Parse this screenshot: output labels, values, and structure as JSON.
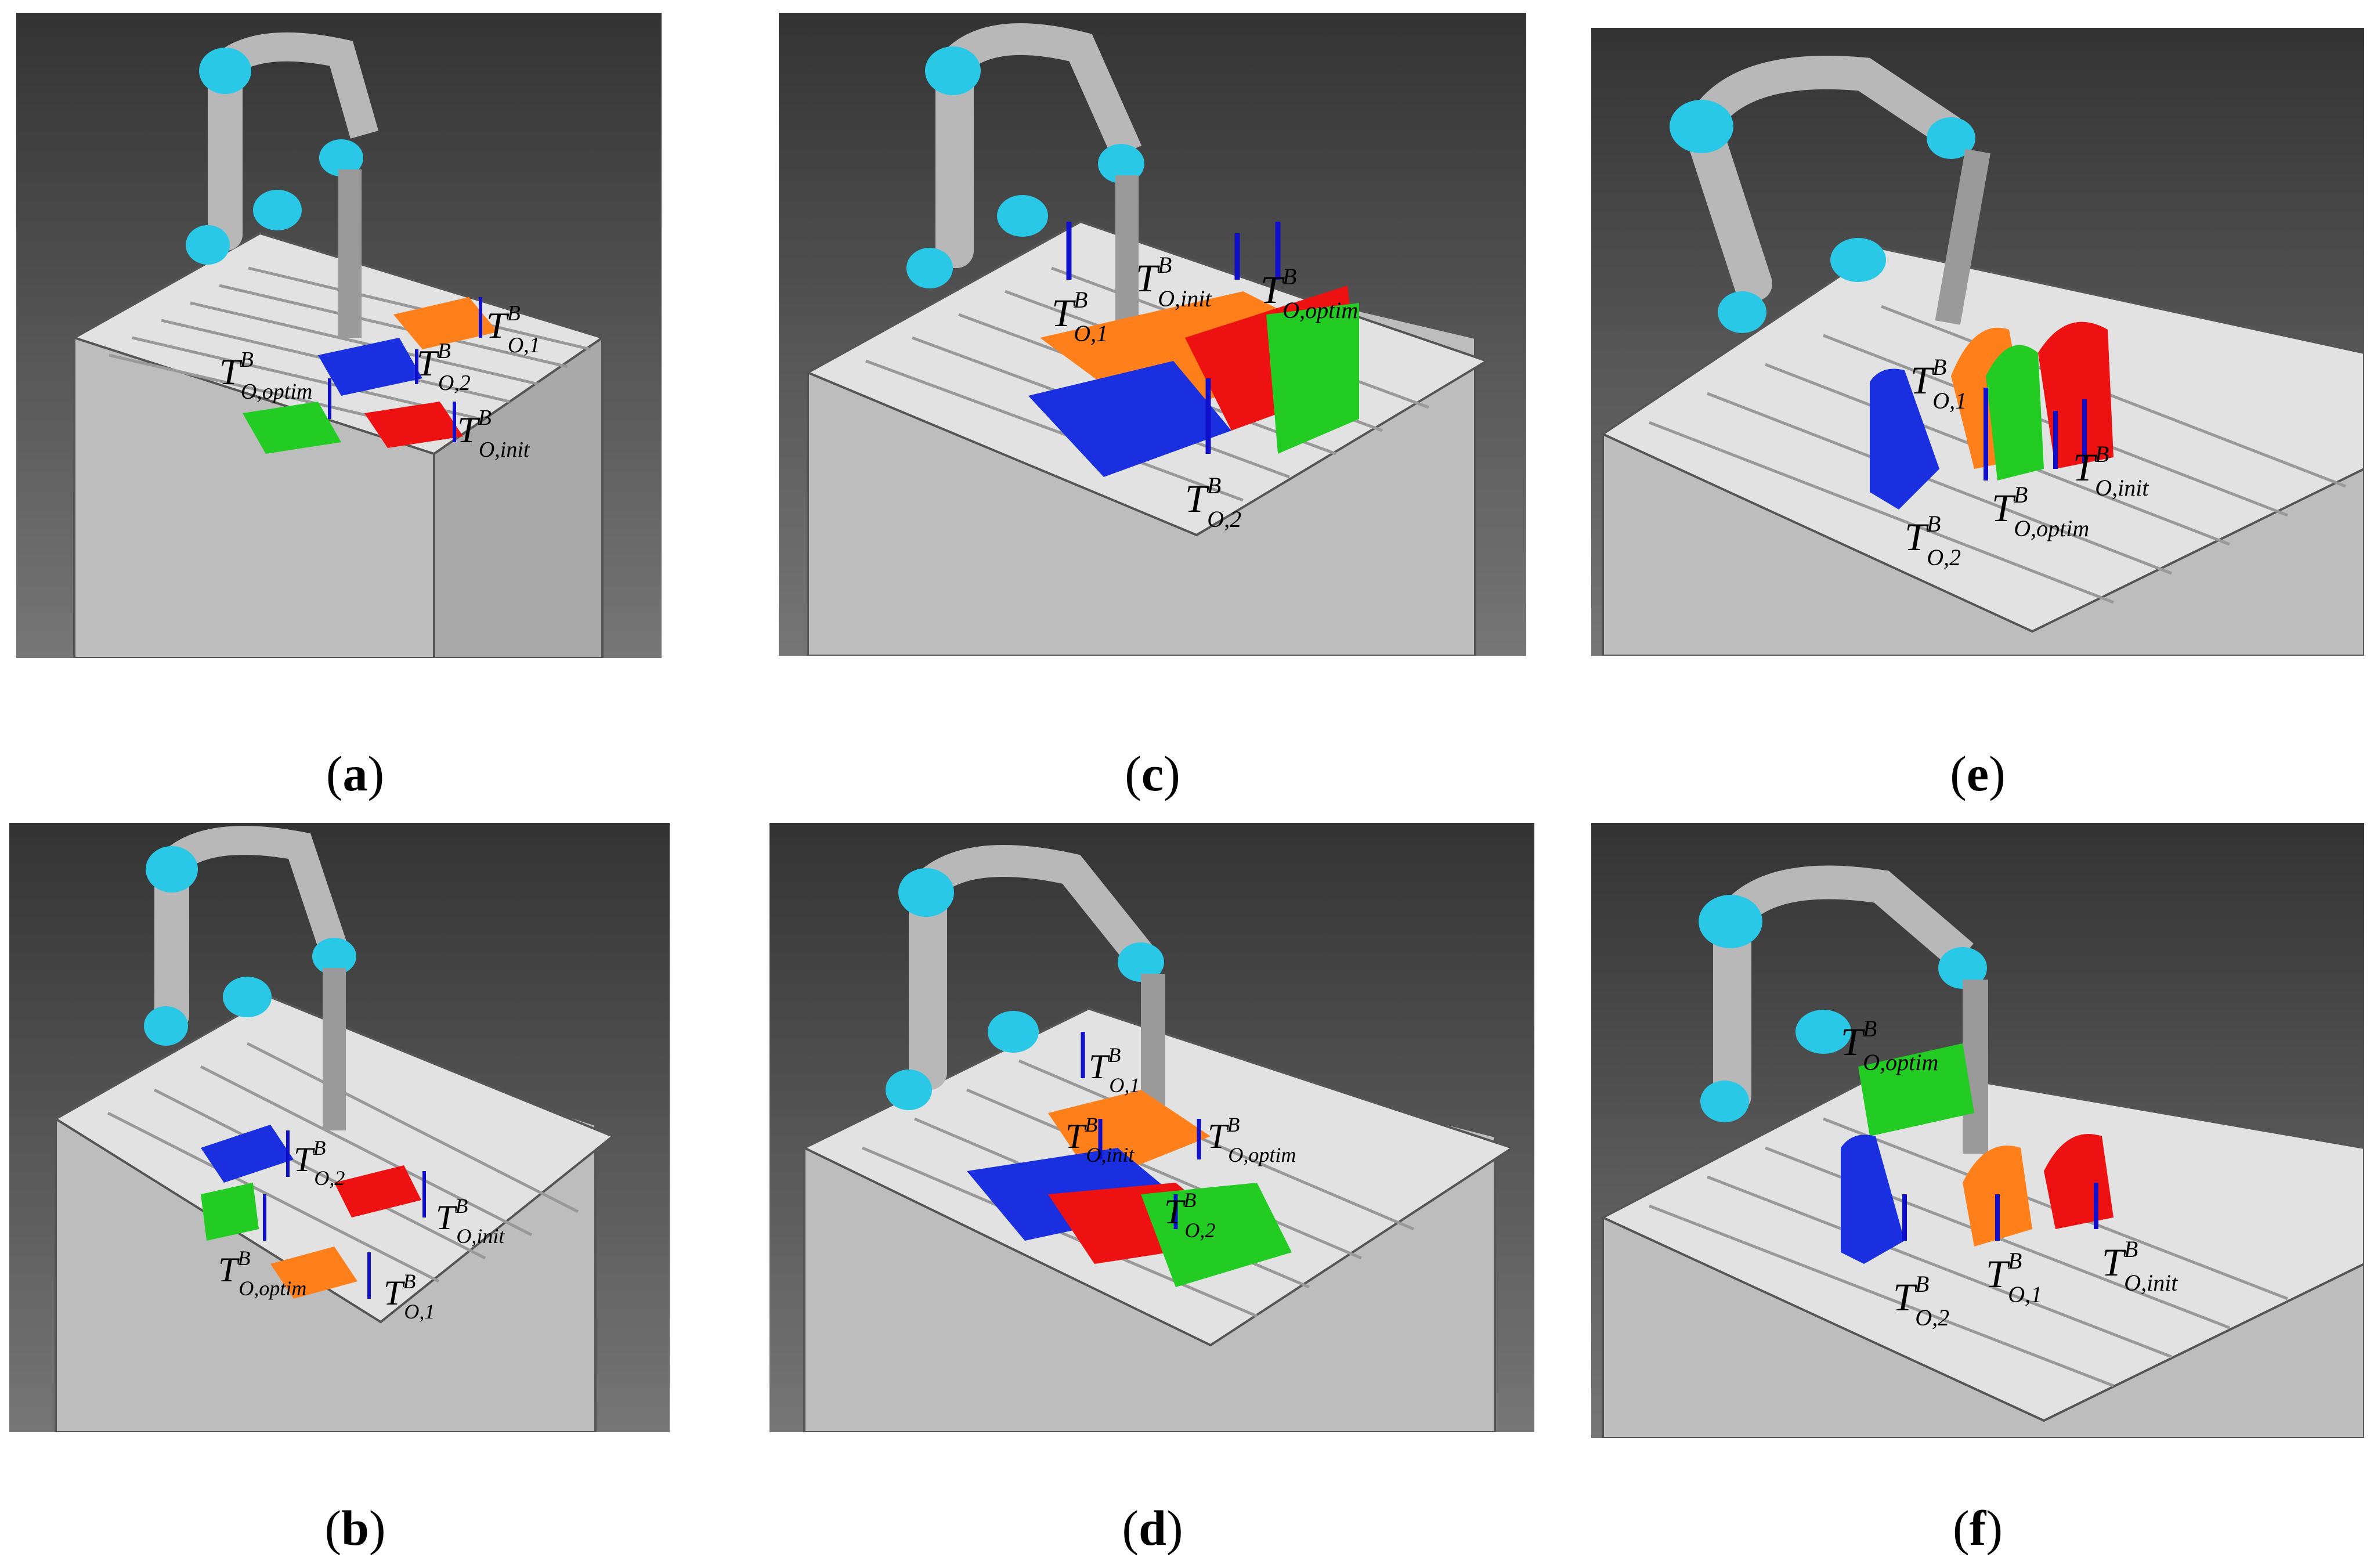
{
  "panels": [
    {
      "id": "a",
      "caption": "a",
      "labels": [
        "T",
        "O,1",
        "B",
        "O,2",
        "O,optim",
        "O,init"
      ]
    },
    {
      "id": "b",
      "caption": "b",
      "labels": [
        "O,2",
        "O,init",
        "O,optim",
        "O,1"
      ]
    },
    {
      "id": "c",
      "caption": "c",
      "labels": [
        "O,1",
        "O,init",
        "O,optim",
        "O,2"
      ]
    },
    {
      "id": "d",
      "caption": "d",
      "labels": [
        "O,1",
        "O,init",
        "O,optim",
        "O,2"
      ]
    },
    {
      "id": "e",
      "caption": "e",
      "labels": [
        "O,1",
        "O,init",
        "O,optim",
        "O,2"
      ]
    },
    {
      "id": "f",
      "caption": "f",
      "labels": [
        "O,optim",
        "O,2",
        "O,1",
        "O,init"
      ]
    }
  ],
  "label_letter": "T",
  "label_superscript": "B",
  "colors": {
    "background_top": "#3a3a3a",
    "background_bottom": "#6e6e6e",
    "machine": "#cfcfcf",
    "robot_joint": "#29c8e6",
    "robot_link": "#b8b8b8",
    "part_orange": "#ff7f1a",
    "part_blue": "#1a2fe0",
    "part_green": "#22cc22",
    "part_red": "#ee1111",
    "axis_blue": "#1010cc"
  }
}
